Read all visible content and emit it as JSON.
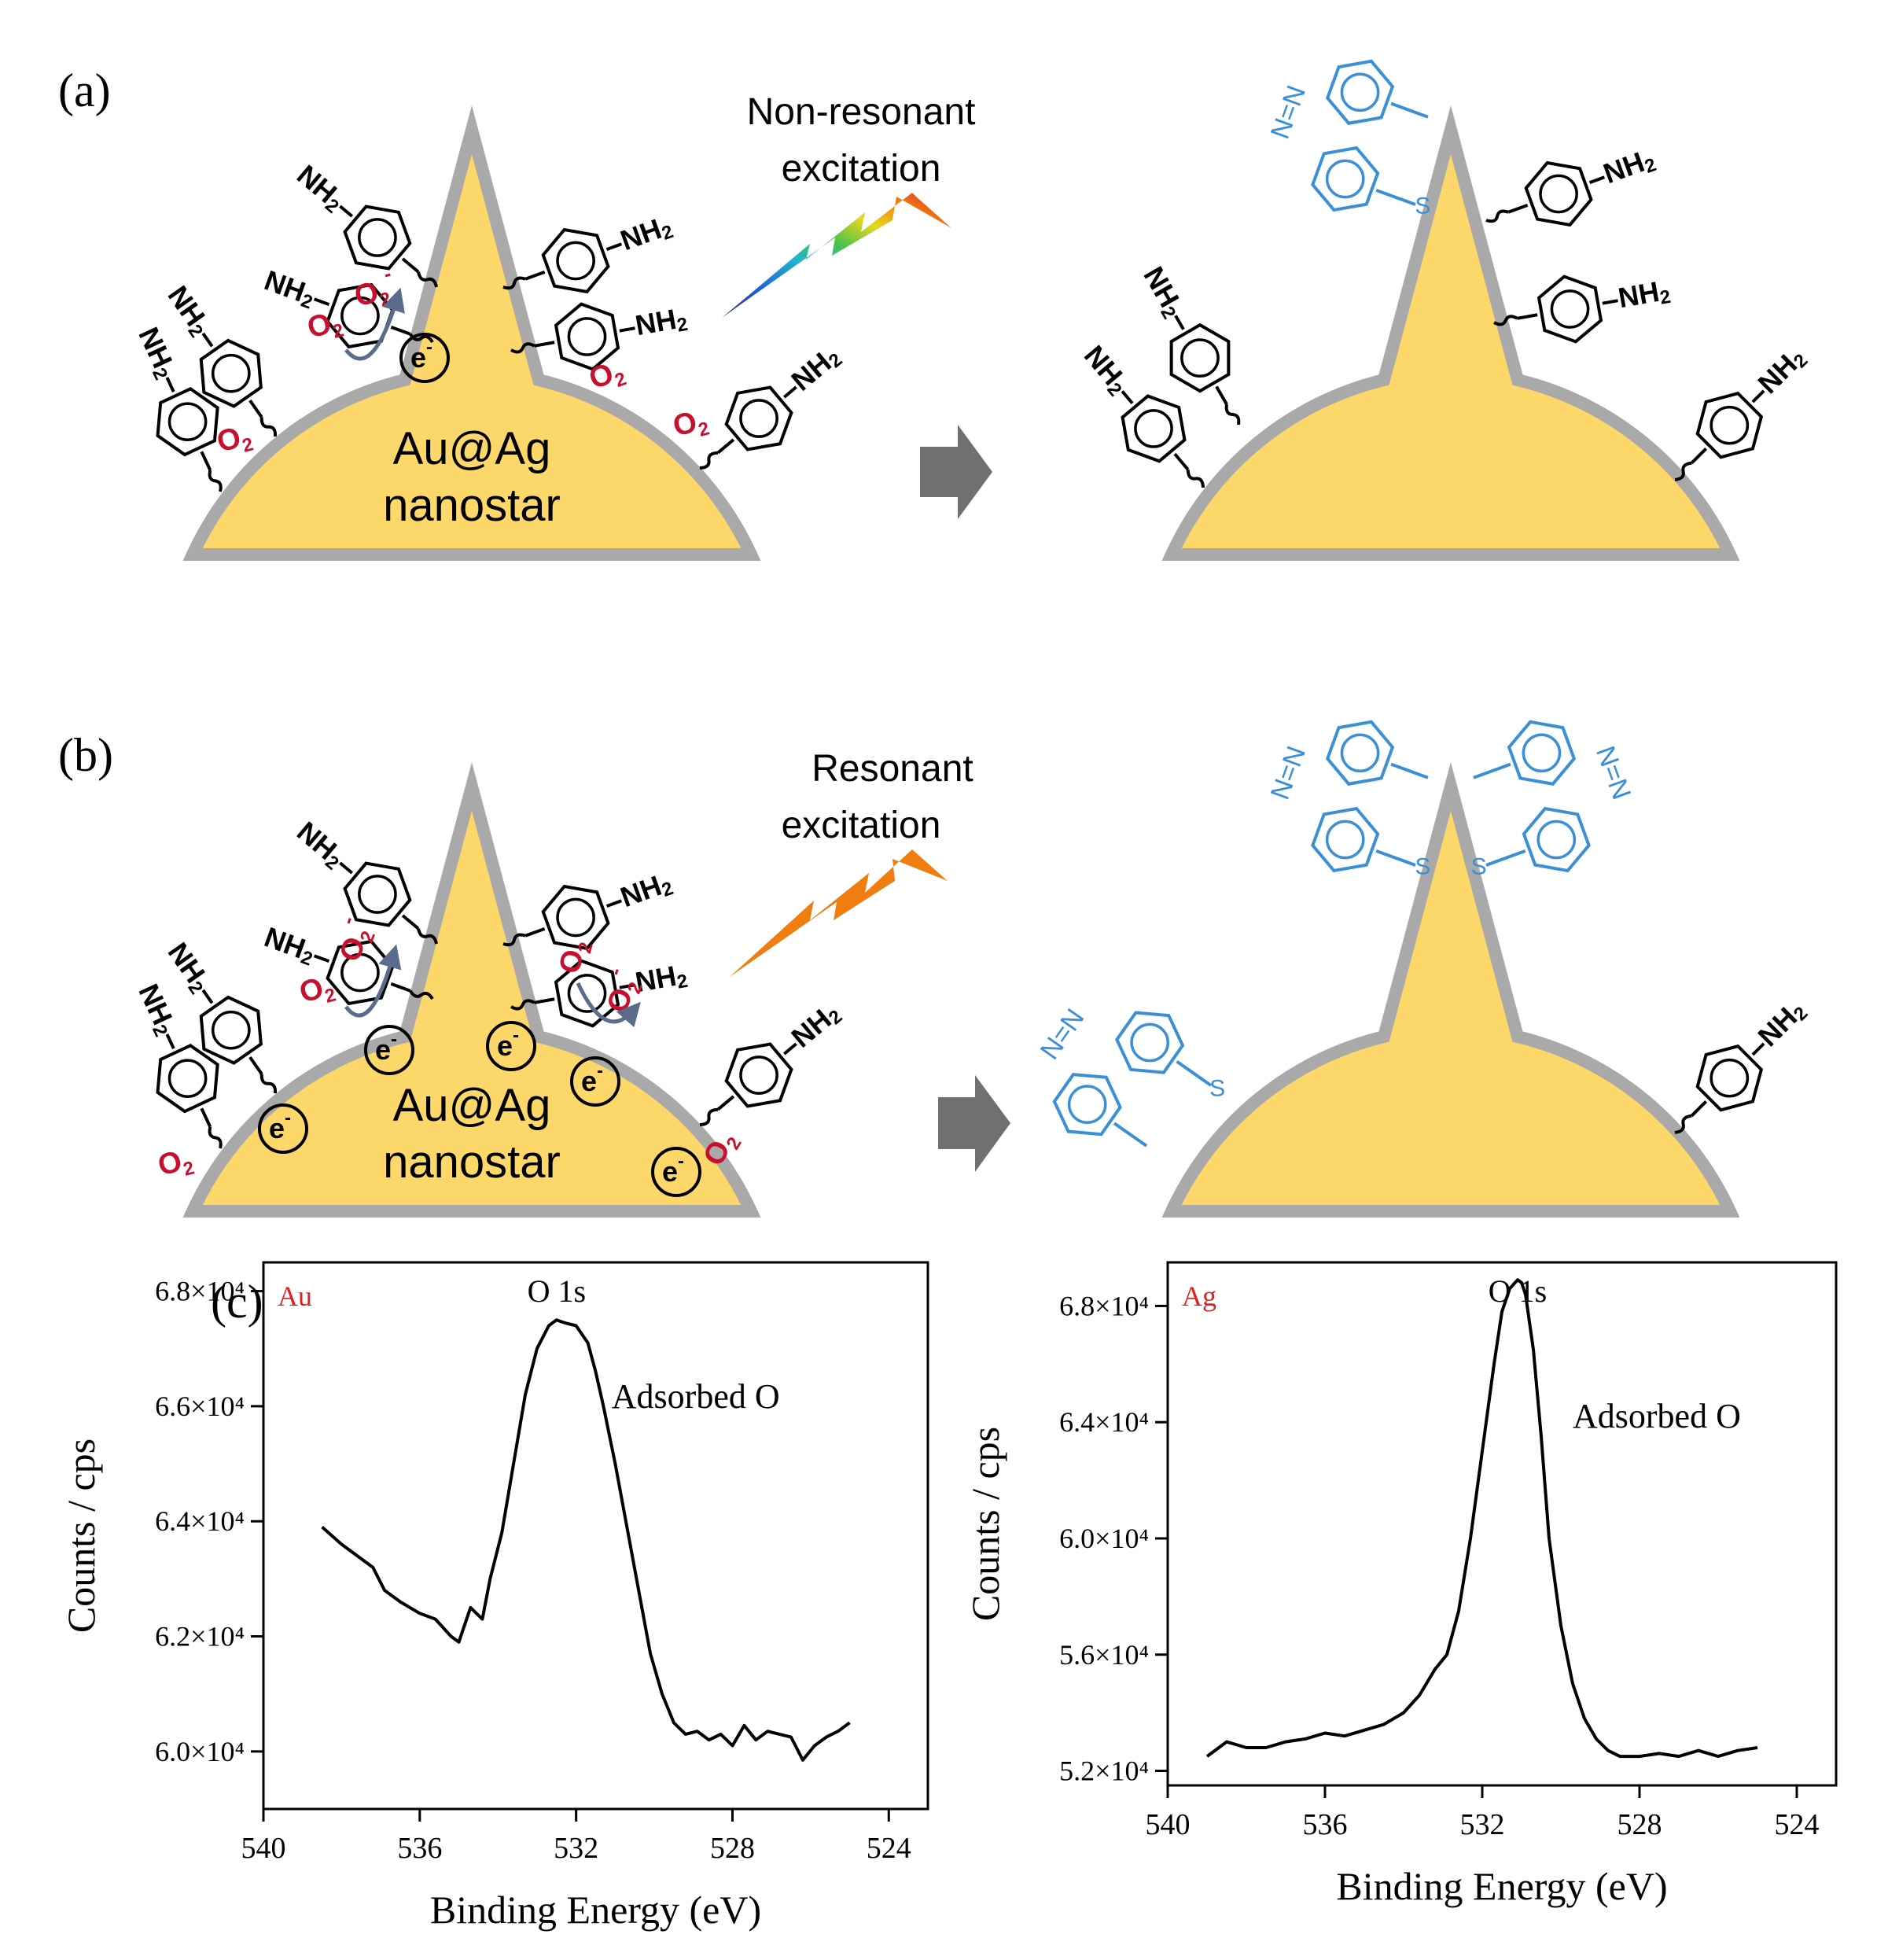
{
  "panels": {
    "a": {
      "label": "(a)",
      "excitation": [
        "Non-resonant",
        "excitation"
      ],
      "particle": [
        "Au@Ag",
        "nanostar"
      ]
    },
    "b": {
      "label": "(b)",
      "excitation": [
        "Resonant",
        "excitation"
      ],
      "particle": [
        "Au@Ag",
        "nanostar"
      ]
    },
    "c": {
      "label": "(c)"
    }
  },
  "chem": {
    "amine": "NH",
    "amine_sub": "2",
    "thiol": "S",
    "oxygen": "O",
    "oxygen_sub": "2",
    "superoxide_sup": "-",
    "electron": "e",
    "electron_sup": "-",
    "azo": "N=N"
  },
  "colors": {
    "core": "#fcd76a",
    "shell": "#a9a9a9",
    "molecule": "#000000",
    "azo_molecule": "#3a8fd6",
    "oxygen": "#c8102e",
    "arrow": "#707070",
    "flash_resonant": "#f07d0f",
    "element_label": "#e02020"
  },
  "chart_data": [
    {
      "type": "line",
      "element": "Au",
      "peak_label": "O 1s",
      "annotation": "Adsorbed O",
      "xlabel": "Binding Energy (eV)",
      "ylabel": "Counts / cps",
      "xlim": [
        540,
        523
      ],
      "ylim": [
        59000,
        68500
      ],
      "xticks": [
        540,
        536,
        532,
        528,
        524
      ],
      "yticks": [
        {
          "value": 60000,
          "label": "6.0×10⁴"
        },
        {
          "value": 62000,
          "label": "6.2×10⁴"
        },
        {
          "value": 64000,
          "label": "6.4×10⁴"
        },
        {
          "value": 66000,
          "label": "6.6×10⁴"
        },
        {
          "value": 68000,
          "label": "6.8×10⁴"
        }
      ],
      "x": [
        538.5,
        538.0,
        537.6,
        537.2,
        536.9,
        536.5,
        536.0,
        535.6,
        535.2,
        535.0,
        534.7,
        534.4,
        534.2,
        533.9,
        533.6,
        533.3,
        533.0,
        532.7,
        532.5,
        532.3,
        532.0,
        531.7,
        531.5,
        531.3,
        531.0,
        530.7,
        530.4,
        530.1,
        529.8,
        529.5,
        529.2,
        528.9,
        528.6,
        528.3,
        528.0,
        527.7,
        527.4,
        527.1,
        526.8,
        526.5,
        526.2,
        525.9,
        525.6,
        525.3,
        525.0
      ],
      "y": [
        63900,
        63600,
        63400,
        63200,
        62800,
        62600,
        62400,
        62300,
        62000,
        61900,
        62500,
        62300,
        63000,
        63800,
        65000,
        66200,
        67000,
        67400,
        67500,
        67450,
        67400,
        67100,
        66600,
        66000,
        65000,
        63900,
        62800,
        61700,
        61000,
        60500,
        60300,
        60350,
        60200,
        60300,
        60100,
        60450,
        60200,
        60350,
        60300,
        60250,
        59850,
        60100,
        60250,
        60350,
        60500
      ]
    },
    {
      "type": "line",
      "element": "Ag",
      "peak_label": "O 1s",
      "annotation": "Adsorbed O",
      "xlabel": "Binding Energy (eV)",
      "ylabel": "Counts / cps",
      "xlim": [
        540,
        523
      ],
      "ylim": [
        51500,
        69500
      ],
      "xticks": [
        540,
        536,
        532,
        528,
        524
      ],
      "yticks": [
        {
          "value": 52000,
          "label": "5.2×10⁴"
        },
        {
          "value": 56000,
          "label": "5.6×10⁴"
        },
        {
          "value": 60000,
          "label": "6.0×10⁴"
        },
        {
          "value": 64000,
          "label": "6.4×10⁴"
        },
        {
          "value": 68000,
          "label": "6.8×10⁴"
        }
      ],
      "x": [
        539.0,
        538.5,
        538.0,
        537.5,
        537.0,
        536.5,
        536.0,
        535.5,
        535.0,
        534.5,
        534.0,
        533.6,
        533.2,
        532.9,
        532.6,
        532.3,
        532.0,
        531.7,
        531.5,
        531.3,
        531.1,
        531.0,
        530.9,
        530.7,
        530.5,
        530.3,
        530.0,
        529.7,
        529.4,
        529.1,
        528.8,
        528.5,
        528.0,
        527.5,
        527.0,
        526.5,
        526.0,
        525.5,
        525.0
      ],
      "y": [
        52500,
        53000,
        52800,
        52800,
        53000,
        53100,
        53300,
        53200,
        53400,
        53600,
        54000,
        54600,
        55500,
        56000,
        57500,
        60000,
        63000,
        66000,
        67800,
        68600,
        68900,
        68800,
        68400,
        66500,
        63500,
        60000,
        57000,
        55000,
        53800,
        53100,
        52700,
        52500,
        52500,
        52600,
        52500,
        52700,
        52500,
        52700,
        52800
      ]
    }
  ]
}
